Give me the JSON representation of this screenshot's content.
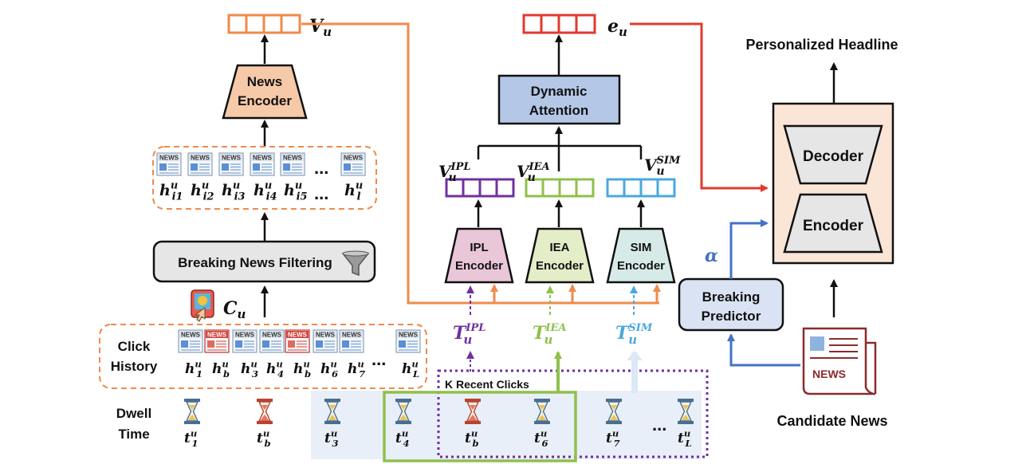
{
  "title_personalized": "Personalized Headline",
  "title_candidate": "Candidate News",
  "news_encoder": {
    "line1": "News",
    "line2": "Encoder"
  },
  "filtering": {
    "label": "Breaking News Filtering"
  },
  "dynamic_attention": {
    "line1": "Dynamic",
    "line2": "Attention"
  },
  "encoders": [
    {
      "line1": "IPL",
      "line2": "Encoder",
      "color": "#e9c6d8"
    },
    {
      "line1": "IEA",
      "line2": "Encoder",
      "color": "#e3edc8"
    },
    {
      "line1": "SIM",
      "line2": "Encoder",
      "color": "#d6ebe8"
    }
  ],
  "generator": {
    "decoder": "Decoder",
    "encoder": "Encoder"
  },
  "breaking_predictor": {
    "line1": "Breaking",
    "line2": "Predictor"
  },
  "click_history": {
    "line1": "Click",
    "line2": "History"
  },
  "dwell_time": {
    "line1": "Dwell",
    "line2": "Time"
  },
  "recent_clicks": "K Recent Clicks",
  "news_icon_text": "NEWS",
  "ellipsis": "...",
  "vectors": {
    "v_u": {
      "main": "V",
      "sub": "u"
    },
    "e_u": {
      "main": "e",
      "sub": "u"
    },
    "v_ipl": {
      "main": "V",
      "sub": "u",
      "sup": "IPL"
    },
    "v_iea": {
      "main": "V",
      "sub": "u",
      "sup": "IEA"
    },
    "v_sim": {
      "main": "V",
      "sub": "u",
      "sup": "SIM"
    }
  },
  "t_labels": {
    "ipl": {
      "main": "T",
      "sub": "u",
      "sup": "IPL",
      "color": "#7030a0"
    },
    "iea": {
      "main": "T",
      "sub": "u",
      "sup": "IEA",
      "color": "#8fc04a"
    },
    "sim": {
      "main": "T",
      "sub": "u",
      "sup": "SIM",
      "color": "#4aa8e0"
    }
  },
  "c_u": {
    "main": "C",
    "sub": "u"
  },
  "alpha": "α",
  "filtered_labels": [
    {
      "main": "h",
      "sup": "u",
      "sub": "i1"
    },
    {
      "main": "h",
      "sup": "u",
      "sub": "i2"
    },
    {
      "main": "h",
      "sup": "u",
      "sub": "i3"
    },
    {
      "main": "h",
      "sup": "u",
      "sub": "i4"
    },
    {
      "main": "h",
      "sup": "u",
      "sub": "i5"
    },
    {
      "main": "h",
      "sup": "u",
      "sub": "l"
    }
  ],
  "history_labels": [
    {
      "main": "h",
      "sup": "u",
      "sub": "1"
    },
    {
      "main": "h",
      "sup": "u",
      "sub": "b"
    },
    {
      "main": "h",
      "sup": "u",
      "sub": "3"
    },
    {
      "main": "h",
      "sup": "u",
      "sub": "4"
    },
    {
      "main": "h",
      "sup": "u",
      "sub": "b"
    },
    {
      "main": "h",
      "sup": "u",
      "sub": "6"
    },
    {
      "main": "h",
      "sup": "u",
      "sub": "7"
    },
    {
      "main": "h",
      "sup": "u",
      "sub": "L"
    }
  ],
  "dwell_labels": [
    {
      "main": "t",
      "sup": "u",
      "sub": "1"
    },
    {
      "main": "t",
      "sup": "u",
      "sub": "b"
    },
    {
      "main": "t",
      "sup": "u",
      "sub": "3"
    },
    {
      "main": "t",
      "sup": "u",
      "sub": "4"
    },
    {
      "main": "t",
      "sup": "u",
      "sub": "b"
    },
    {
      "main": "t",
      "sup": "u",
      "sub": "6"
    },
    {
      "main": "t",
      "sup": "u",
      "sub": "7"
    },
    {
      "main": "t",
      "sup": "u",
      "sub": "L"
    }
  ],
  "colors": {
    "orange": "#f08a4b",
    "red": "#e03a2f",
    "purple": "#7030a0",
    "green": "#8fc04a",
    "blue": "#4aa8e0",
    "steel_blue": "#4472c4",
    "box_gray": "#e6e6e6",
    "news_encoder_fill": "#f6c9a8",
    "attention_fill": "#b4c7e7",
    "generator_fill": "#fbe5d6",
    "predictor_fill": "#dae3f3"
  }
}
